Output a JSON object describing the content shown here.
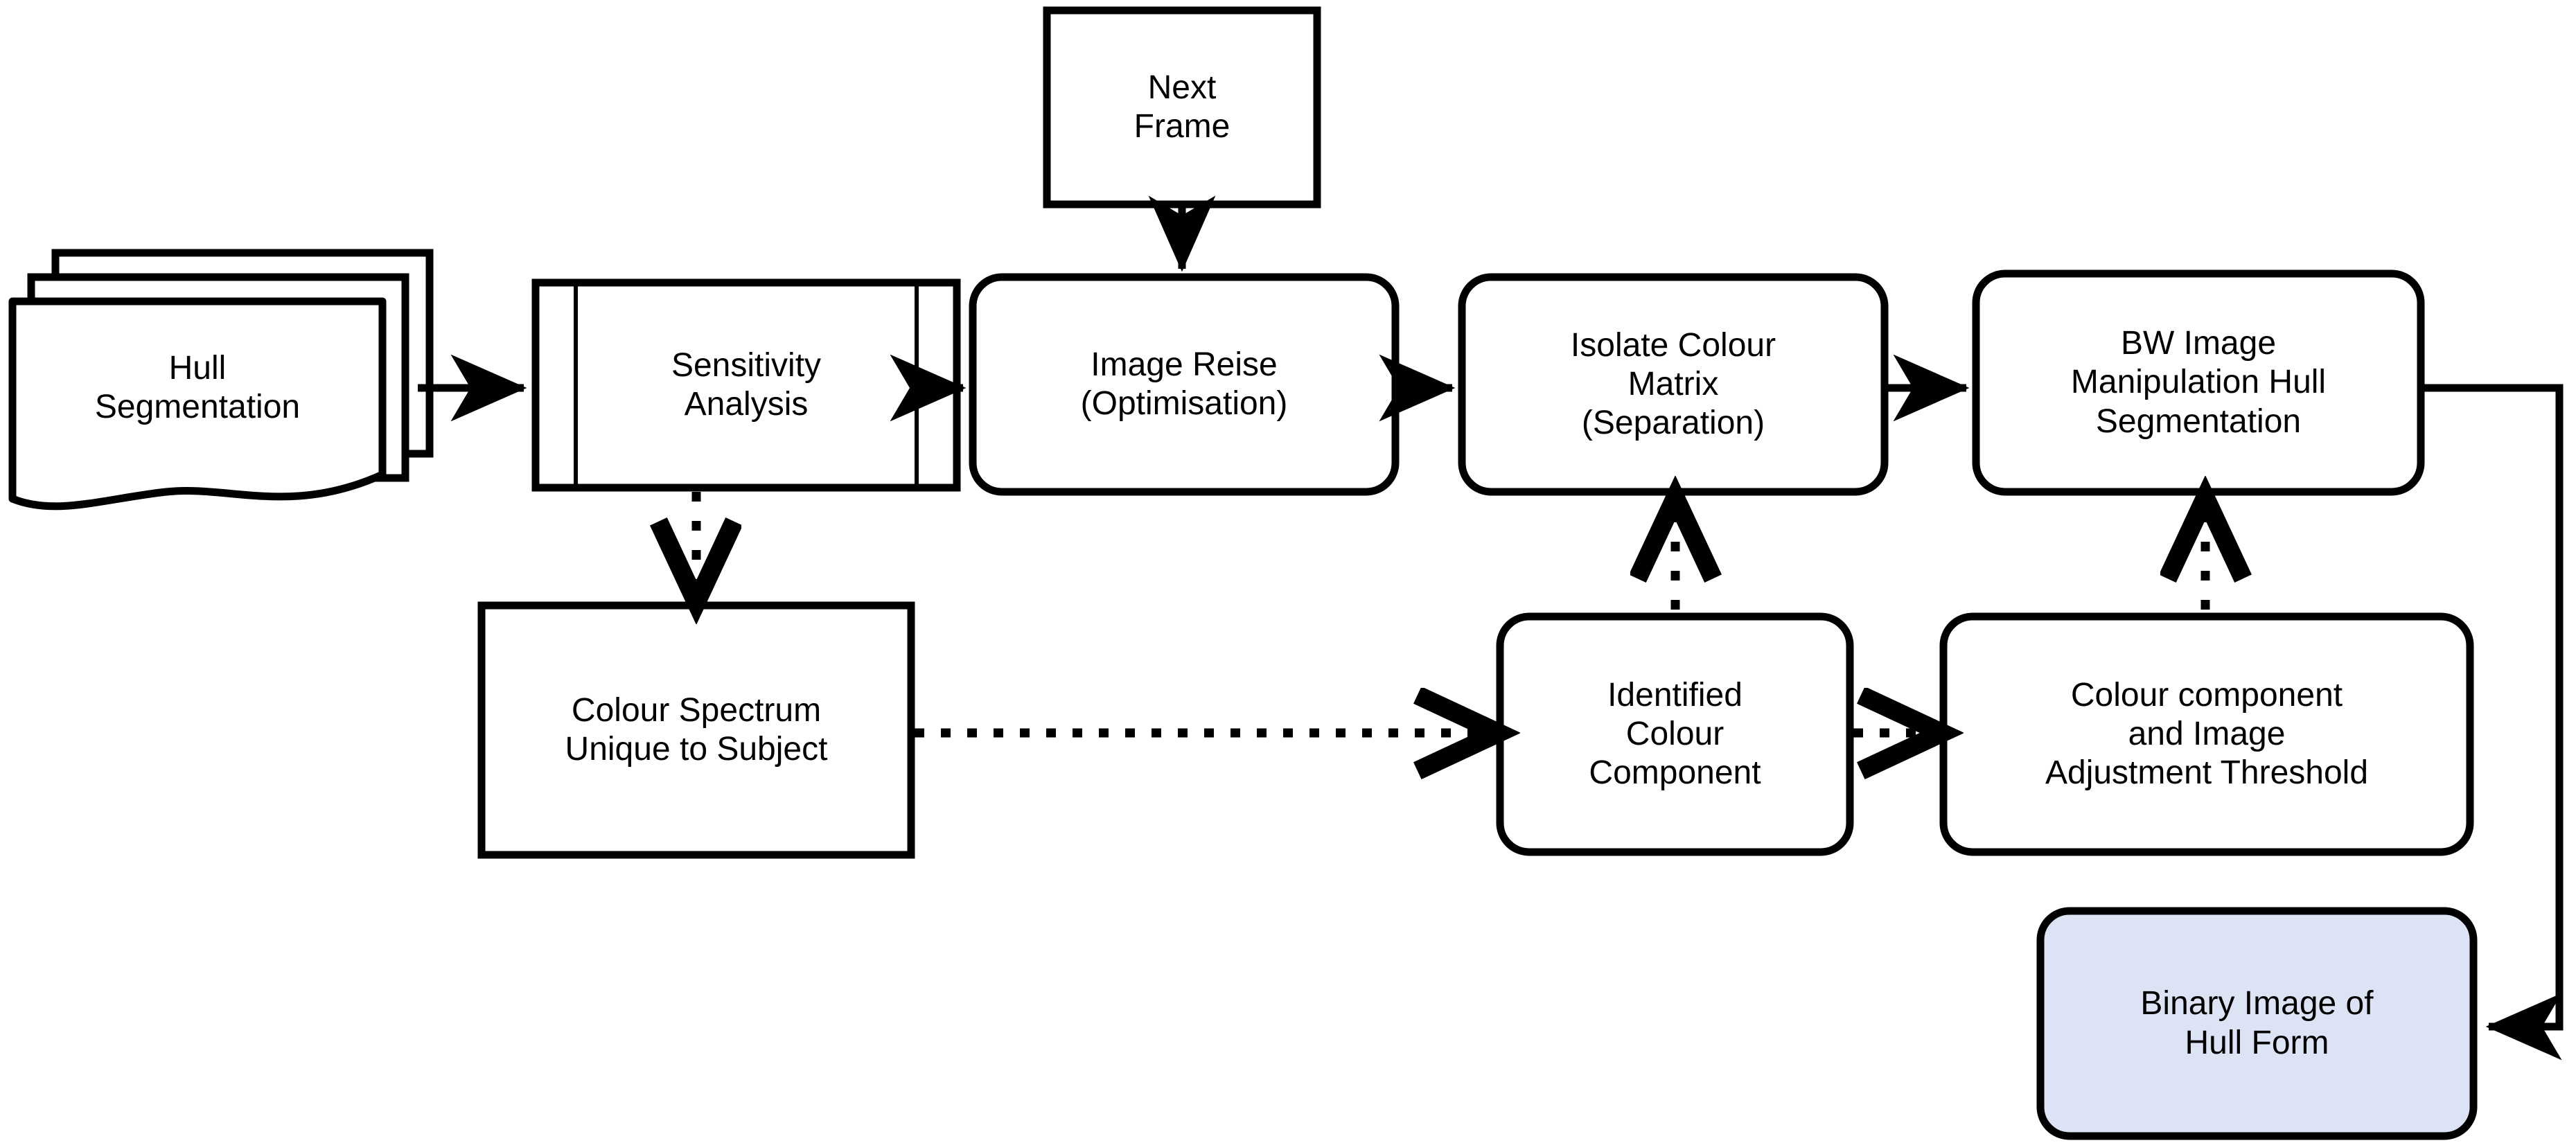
{
  "diagram": {
    "title": "Hull Segmentation Image Processing Flowchart",
    "type": "flowchart",
    "background_color": "#ffffff",
    "stroke_color": "#000000",
    "accent_fill": "#dce3f5",
    "node_fill": "#ffffff"
  },
  "nodes": {
    "hull_segmentation": {
      "label": "Hull\nSegmentation",
      "shape": "multi-document",
      "fill": "#ffffff"
    },
    "sensitivity_analysis": {
      "label": "Sensitivity\nAnalysis",
      "shape": "predefined-process",
      "fill": "#ffffff"
    },
    "image_reise": {
      "label": "Image Reise\n(Optimisation)",
      "shape": "rounded-rectangle",
      "fill": "#ffffff"
    },
    "isolate_colour_matrix": {
      "label": "Isolate Colour\nMatrix\n(Separation)",
      "shape": "rounded-rectangle",
      "fill": "#ffffff"
    },
    "bw_image_manipulation": {
      "label": "BW Image\nManipulation Hull\nSegmentation",
      "shape": "rounded-rectangle",
      "fill": "#ffffff"
    },
    "next_frame": {
      "label": "Next\nFrame",
      "shape": "rectangle",
      "fill": "#ffffff"
    },
    "colour_spectrum": {
      "label": "Colour Spectrum\nUnique to Subject",
      "shape": "rectangle",
      "fill": "#ffffff"
    },
    "identified_colour_component": {
      "label": "Identified\nColour\nComponent",
      "shape": "rounded-rectangle",
      "fill": "#ffffff"
    },
    "colour_component_threshold": {
      "label": "Colour component\nand Image\nAdjustment Threshold",
      "shape": "rounded-rectangle",
      "fill": "#ffffff"
    },
    "binary_image_hull_form": {
      "label": "Binary Image of\nHull Form",
      "shape": "rounded-rectangle",
      "fill": "#dce3f5"
    }
  },
  "edges": [
    {
      "id": "e1",
      "from": "hull_segmentation",
      "to": "sensitivity_analysis",
      "style": "solid",
      "arrow": "filled"
    },
    {
      "id": "e2",
      "from": "sensitivity_analysis",
      "to": "image_reise",
      "style": "solid",
      "arrow": "filled"
    },
    {
      "id": "e3",
      "from": "image_reise",
      "to": "isolate_colour_matrix",
      "style": "solid",
      "arrow": "filled"
    },
    {
      "id": "e4",
      "from": "isolate_colour_matrix",
      "to": "bw_image_manipulation",
      "style": "solid",
      "arrow": "filled"
    },
    {
      "id": "e5",
      "from": "next_frame",
      "to": "image_reise",
      "style": "solid",
      "arrow": "filled"
    },
    {
      "id": "e6",
      "from": "sensitivity_analysis",
      "to": "colour_spectrum",
      "style": "dotted",
      "arrow": "open"
    },
    {
      "id": "e7",
      "from": "colour_spectrum",
      "to": "identified_colour_component",
      "style": "dotted",
      "arrow": "open"
    },
    {
      "id": "e8",
      "from": "identified_colour_component",
      "to": "isolate_colour_matrix",
      "style": "dotted",
      "arrow": "open"
    },
    {
      "id": "e9",
      "from": "identified_colour_component",
      "to": "colour_component_threshold",
      "style": "dotted",
      "arrow": "open"
    },
    {
      "id": "e10",
      "from": "colour_component_threshold",
      "to": "bw_image_manipulation",
      "style": "dotted",
      "arrow": "open"
    },
    {
      "id": "e11",
      "from": "bw_image_manipulation",
      "to": "binary_image_hull_form",
      "style": "solid",
      "arrow": "filled"
    }
  ]
}
